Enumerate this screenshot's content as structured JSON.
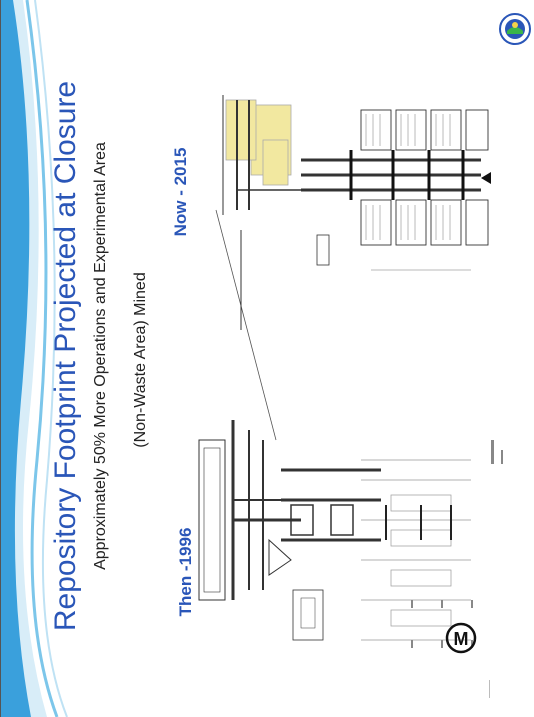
{
  "slide": {
    "title": "Repository Footprint Projected at Closure",
    "subtitle_line1": "Approximately 50% More Operations and Experimental Area",
    "subtitle_line2": "(Non-Waste Area) Mined",
    "label_then": "Then -1996",
    "label_now": "Now - 2015"
  },
  "colors": {
    "title_blue": "#2a56b8",
    "swoosh_blue": "#3aa0dc",
    "highlight_yellow": "#f2e8a0"
  },
  "icons": [
    "agency-logo-icon",
    "m-circle-icon",
    "north-arrow-icon"
  ]
}
